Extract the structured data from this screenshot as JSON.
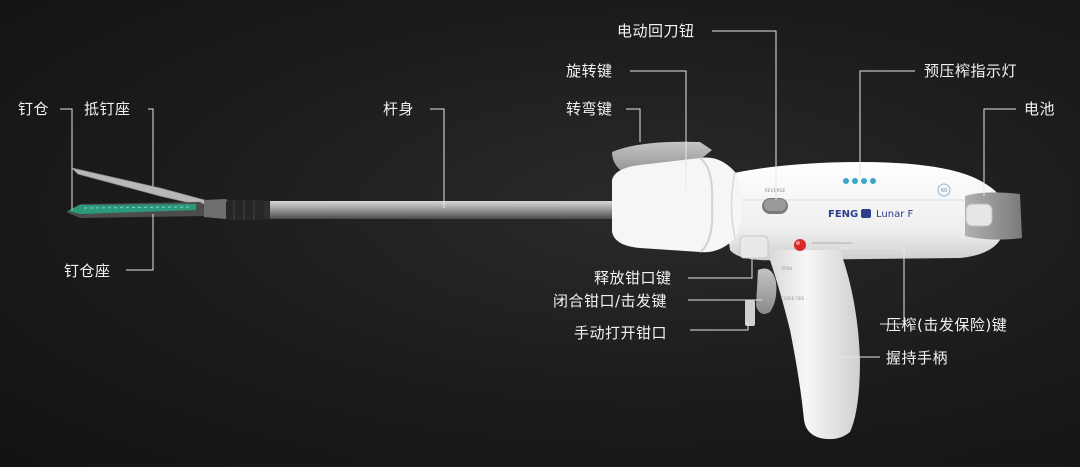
{
  "labels": {
    "staple_cartridge": "钉仓",
    "anvil": "抵钉座",
    "cartridge_seat": "钉仓座",
    "shaft": "杆身",
    "rotate_knob": "旋转键",
    "articulation_knob": "转弯键",
    "electric_retract": "电动回刀钮",
    "precompress_indicator": "预压榨指示灯",
    "battery": "电池",
    "release_jaw": "释放钳口键",
    "close_fire": "闭合钳口/击发键",
    "manual_open": "手动打开钳口",
    "compress_safety": "压榨(击发保险)键",
    "grip": "握持手柄"
  },
  "device": {
    "brand": "FENG",
    "model": "Lunar F",
    "cartridge_size": "60",
    "button_text": "REVERSE",
    "small_text_1": "OPEN",
    "small_text_2": "CLOSE FIRE"
  },
  "colors": {
    "background": "#1b1b1b",
    "body": "#f4f4f4",
    "shaft": "#9a9a9a",
    "cartridge": "#2a9a7a",
    "indicator": "#3aa6c8",
    "safety_button": "#d42a2a",
    "leader_line": "#e6e6e6"
  }
}
